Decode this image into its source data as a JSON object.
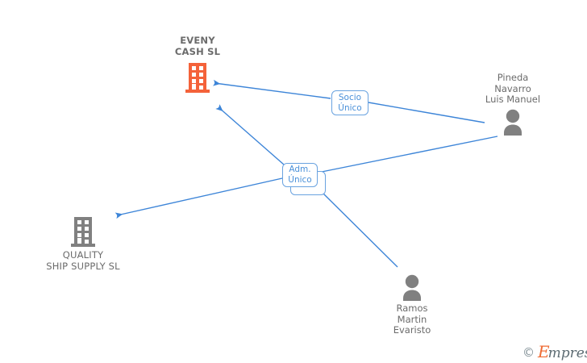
{
  "diagram": {
    "title_company": {
      "name": "EVENY\nCASH SL",
      "icon": "building-icon",
      "color": "#f4623a"
    },
    "secondary_company": {
      "name": "QUALITY\nSHIP SUPPLY SL",
      "icon": "building-icon",
      "color": "#808080"
    },
    "people": [
      {
        "name": "Pineda\nNavarro\nLuis Manuel",
        "icon": "person-icon",
        "color": "#808080"
      },
      {
        "name": "Ramos\nMartin\nEvaristo",
        "icon": "person-icon",
        "color": "#808080"
      }
    ],
    "relations": [
      {
        "label": "Socio\nÚnico"
      },
      {
        "label": "Adm.\nÚnico"
      },
      {
        "label": "Adm.\nÚnico"
      }
    ],
    "edge_color": "#3d85d8",
    "box_border_color": "#6aa3e0",
    "box_text_color": "#4a90d9"
  },
  "watermark": {
    "copyright": "©",
    "brand_initial": "E",
    "brand_rest": "mpresia"
  }
}
